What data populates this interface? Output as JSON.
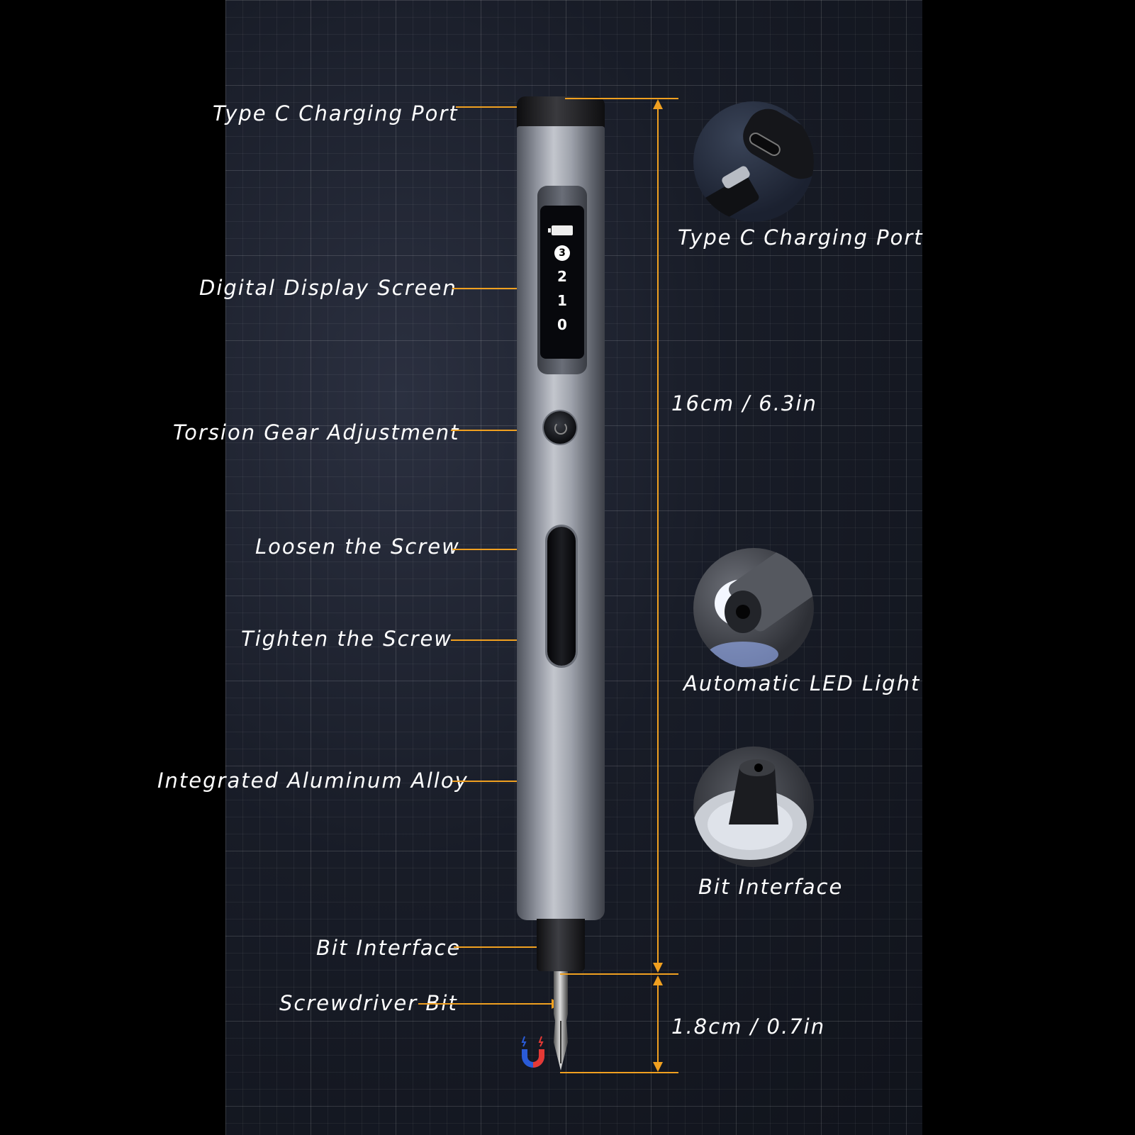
{
  "labels": {
    "type_c_port": "Type C Charging Port",
    "display_screen": "Digital Display Screen",
    "torsion_gear": "Torsion Gear Adjustment",
    "loosen": "Loosen the Screw",
    "tighten": "Tighten the Screw",
    "aluminum": "Integrated Aluminum Alloy",
    "bit_interface": "Bit Interface",
    "screwdriver_bit": "Screwdriver Bit"
  },
  "dimensions": {
    "body_length": "16cm / 6.3in",
    "bit_length": "1.8cm / 0.7in"
  },
  "details": {
    "type_c": "Type C Charging Port",
    "led": "Automatic LED Light",
    "bit": "Bit Interface"
  },
  "screen": {
    "gear_selected": "3",
    "gears": [
      "2",
      "1",
      "0"
    ]
  },
  "colors": {
    "accent": "#f0a020",
    "background": "#181c27",
    "body": "#9ea2ab"
  },
  "icons": [
    "battery-icon",
    "gear-icon",
    "magnet-icon",
    "usb-c-port-icon",
    "led-light-icon"
  ]
}
